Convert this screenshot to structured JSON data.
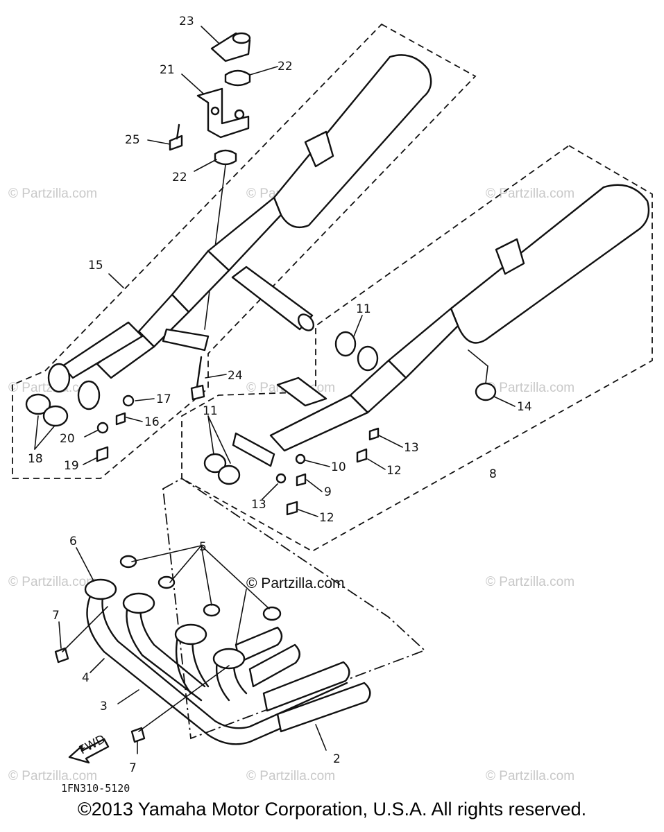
{
  "diagram": {
    "part_labels": {
      "p2": "2",
      "p3": "3",
      "p4": "4",
      "p5": "5",
      "p6": "6",
      "p7a": "7",
      "p7b": "7",
      "p8": "8",
      "p9": "9",
      "p10": "10",
      "p11a": "11",
      "p11b": "11",
      "p12a": "12",
      "p12b": "12",
      "p13a": "13",
      "p13b": "13",
      "p14": "14",
      "p15": "15",
      "p16": "16",
      "p17": "17",
      "p18": "18",
      "p19": "19",
      "p20": "20",
      "p21": "21",
      "p22a": "22",
      "p22b": "22",
      "p23": "23",
      "p24": "24",
      "p25": "25"
    },
    "diagram_code": "1FN310-5120",
    "front_arrow_label": "FWD",
    "watermark": "© Partzilla.com",
    "watermark_mid": "© Partzilla.com"
  },
  "footer": {
    "copyright": "©2013 Yamaha Motor Corporation, U.S.A. All rights reserved."
  }
}
